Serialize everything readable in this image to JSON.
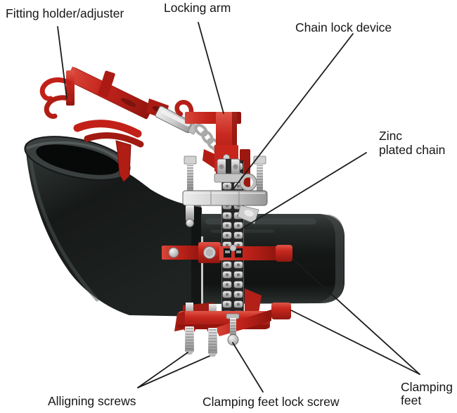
{
  "figure": {
    "background": "#ffffff"
  },
  "colors": {
    "tool_red": "#c4241b",
    "tool_red_light": "#e05548",
    "tool_red_dark": "#8f150e",
    "metal_silver": "#c9c9c9",
    "metal_silver_dark": "#8f8f8f",
    "pipe_black": "#141716",
    "pipe_highlight": "#3e4443",
    "leader_line": "#1c1c1c",
    "label_text": "#161616"
  },
  "labels": {
    "fitting_holder_adjuster": {
      "text": "Fitting holder/adjuster"
    },
    "locking_arm": {
      "text": "Locking arm"
    },
    "chain_lock_device": {
      "text": "Chain lock device"
    },
    "zinc_plated_chain": {
      "text": "Zinc plated chain",
      "lines": [
        "Zinc",
        "plated chain"
      ]
    },
    "clamping_feet": {
      "text": "Clamping feet",
      "lines": [
        "Clamping",
        "feet"
      ]
    },
    "alligning_screws": {
      "text": "Alligning screws"
    },
    "clamping_feet_lock_screw": {
      "text": "Clamping feet lock screw"
    }
  }
}
